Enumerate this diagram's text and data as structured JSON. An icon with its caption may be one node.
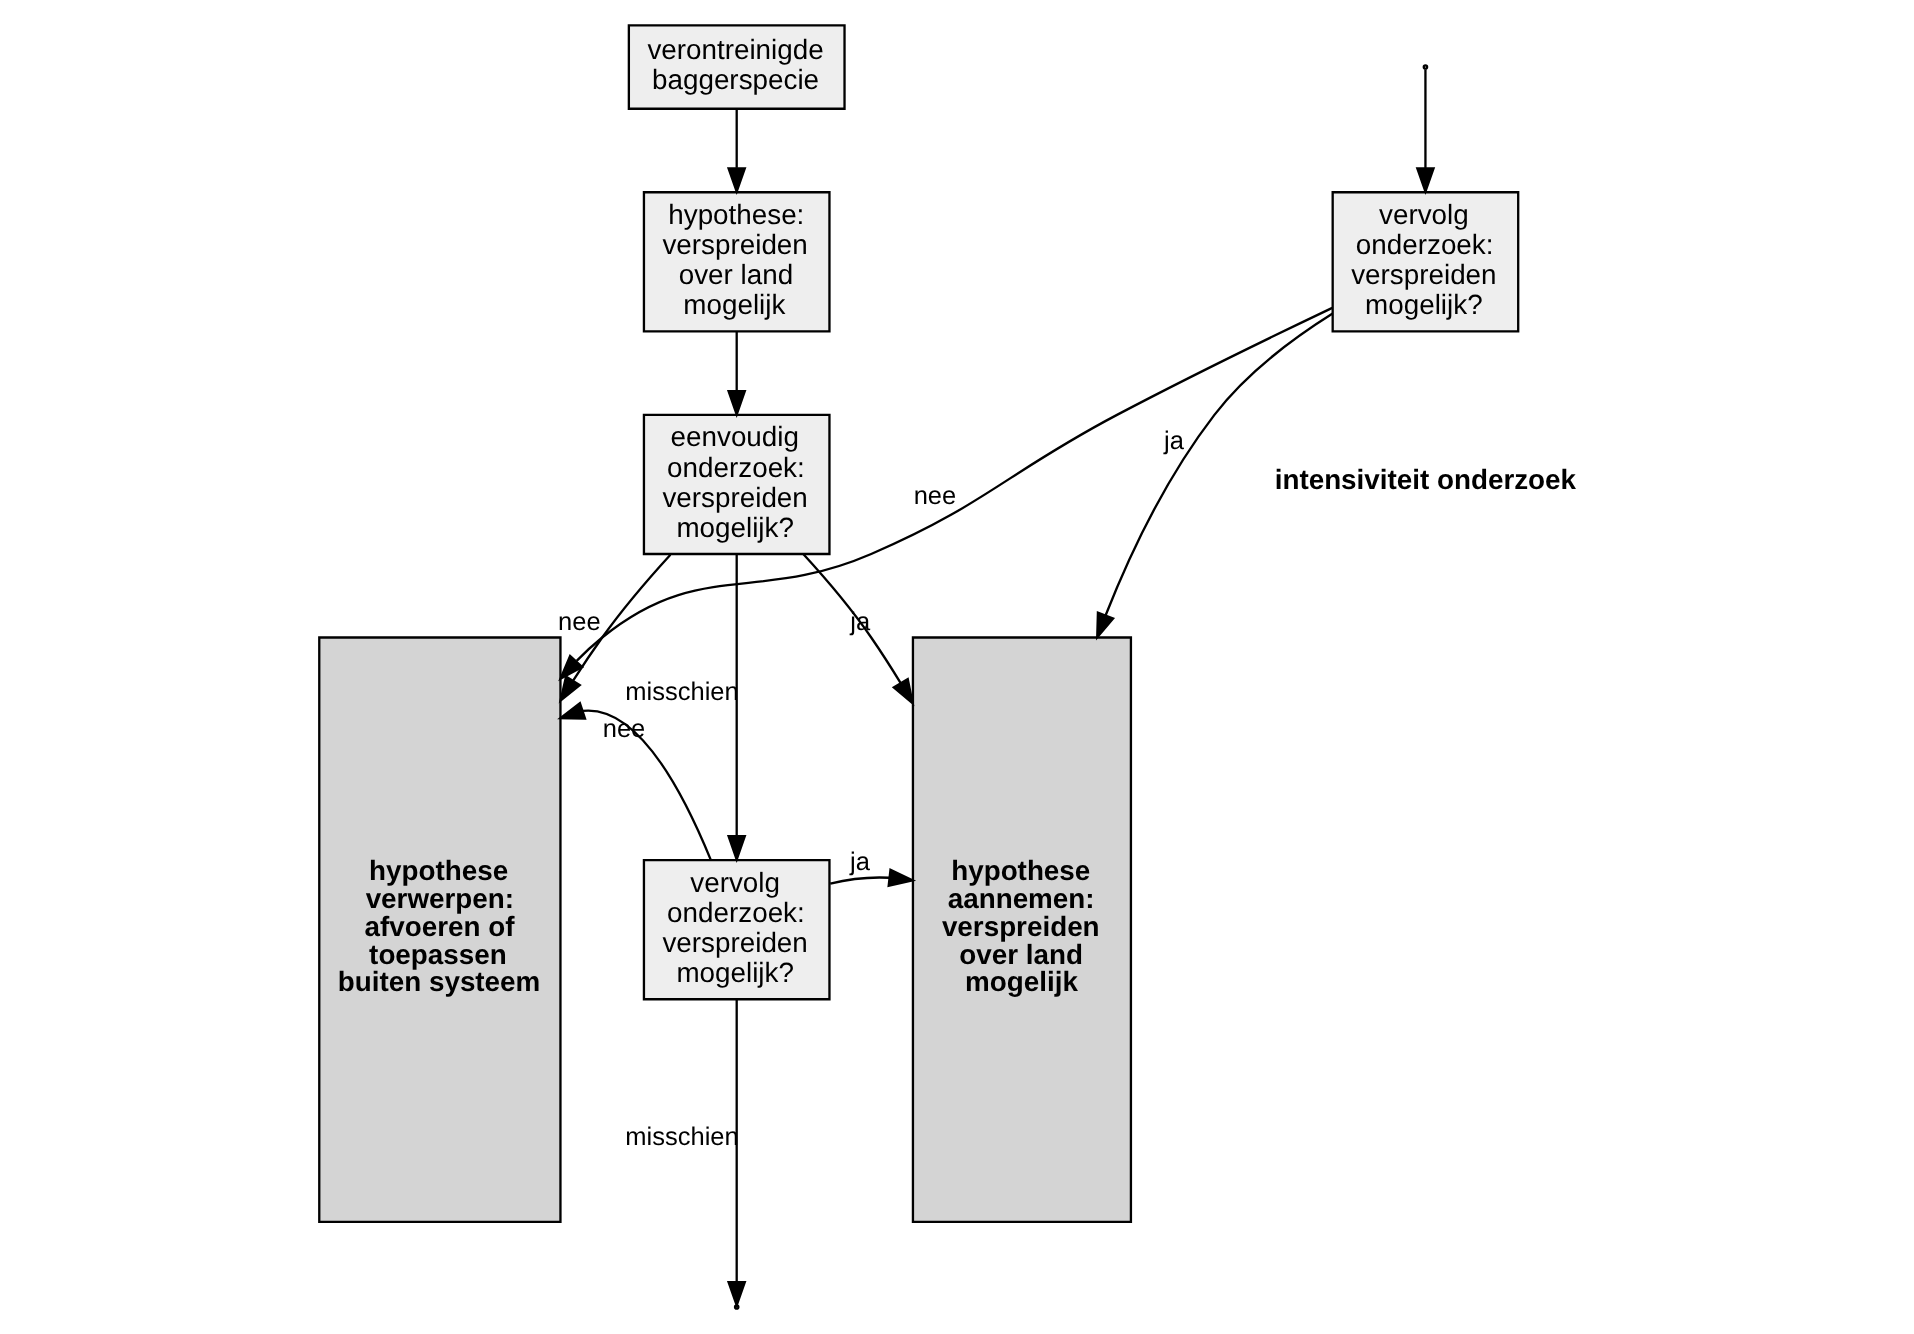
{
  "diagram": {
    "nodes": [
      {
        "text": [
          "verontreinigde baggerspecie"
        ]
      },
      {
        "text": [
          "hypothese: verspreiden over land mogelijk"
        ]
      },
      {
        "text": [
          "eenvoudig onderzoek: verspreiden mogelijk?"
        ]
      },
      {
        "text": [
          "hypothese verwerpen: afvoeren of toepassen buiten systeem"
        ]
      },
      {
        "text": [
          "hypothese aannemen: verspreiden over land mogelijk"
        ]
      },
      {
        "text": [
          "vervolg onderzoek: verspreiden mogelijk?"
        ]
      },
      {
        "text": [
          "vervolg onderzoek: verspreiden mogelijk?"
        ]
      }
    ],
    "edges": [
      {
        "from": 0,
        "to": 1,
        "arrow": "to"
      },
      {
        "from": 1,
        "to": 2,
        "arrow": "to"
      },
      {
        "from": 2,
        "to": 3,
        "arrow": "to",
        "label": "nee"
      },
      {
        "from": 2,
        "to": 4,
        "arrow": "to",
        "label": "ja"
      },
      {
        "from": 2,
        "to": 5,
        "arrow": "to",
        "label": "misschien"
      },
      {
        "from": 5,
        "to": 3,
        "arrow": "to",
        "label": "nee"
      },
      {
        "from": 5,
        "to": 4,
        "arrow": "to",
        "label": "ja"
      },
      {
        "from": 5,
        "to": null,
        "arrow": "to",
        "label": "misschien"
      },
      {
        "from": null,
        "to": 6,
        "arrow": "to"
      },
      {
        "from": 6,
        "to": 3,
        "arrow": "to",
        "label": "nee"
      },
      {
        "from": 6,
        "to": 4,
        "arrow": "to",
        "label": "ja"
      }
    ],
    "labels": [
      "intensiviteit onderzoek"
    ]
  }
}
